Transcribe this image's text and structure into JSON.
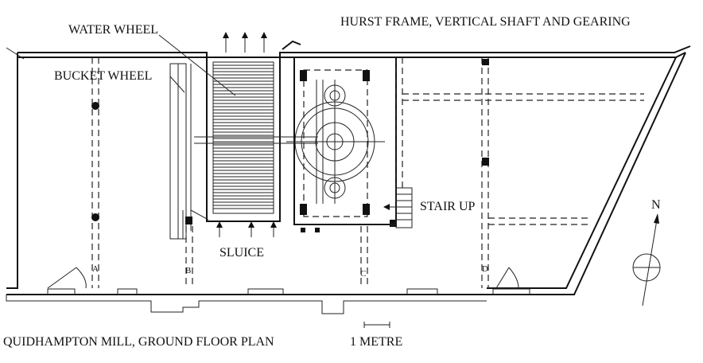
{
  "labels": {
    "water_wheel": "WATER WHEEL",
    "bucket_wheel": "BUCKET WHEEL",
    "hurst_frame": "HURST FRAME, VERTICAL SHAFT AND  GEARING",
    "stair_up": "STAIR UP",
    "sluice": "SLUICE",
    "north": "N",
    "caption": "QUIDHAMPTON MILL, GROUND FLOOR PLAN",
    "scale": "1 METRE"
  },
  "axes": {
    "a": "A",
    "b": "B",
    "c": "C",
    "d": "D"
  }
}
